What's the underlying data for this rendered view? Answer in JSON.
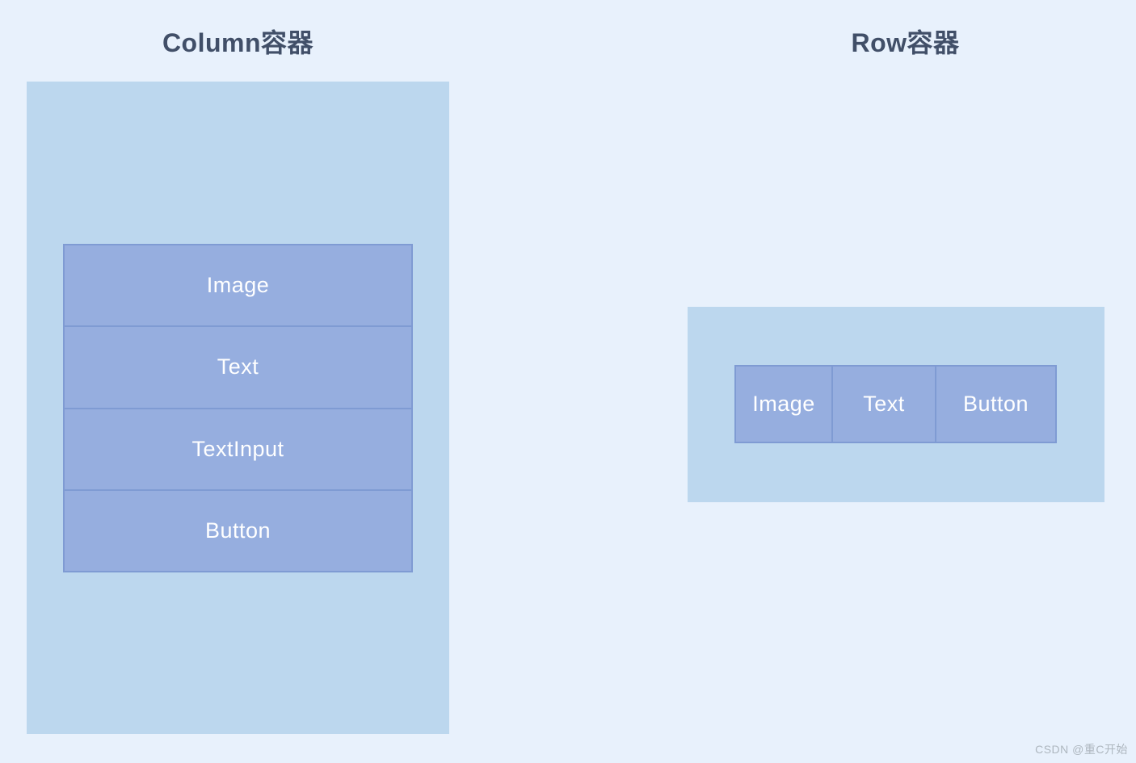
{
  "column_section": {
    "title": "Column容器",
    "items": [
      "Image",
      "Text",
      "TextInput",
      "Button"
    ]
  },
  "row_section": {
    "title": "Row容器",
    "items": [
      "Image",
      "Text",
      "Button"
    ]
  },
  "watermark": "CSDN @重C开始",
  "colors": {
    "page_bg": "#e8f1fc",
    "container_bg": "#bcd7ee",
    "item_bg": "#96aedf",
    "item_border": "#7f9bd3",
    "title_color": "#414f68",
    "item_text": "#ffffff",
    "watermark_color": "#aeb7bf"
  }
}
